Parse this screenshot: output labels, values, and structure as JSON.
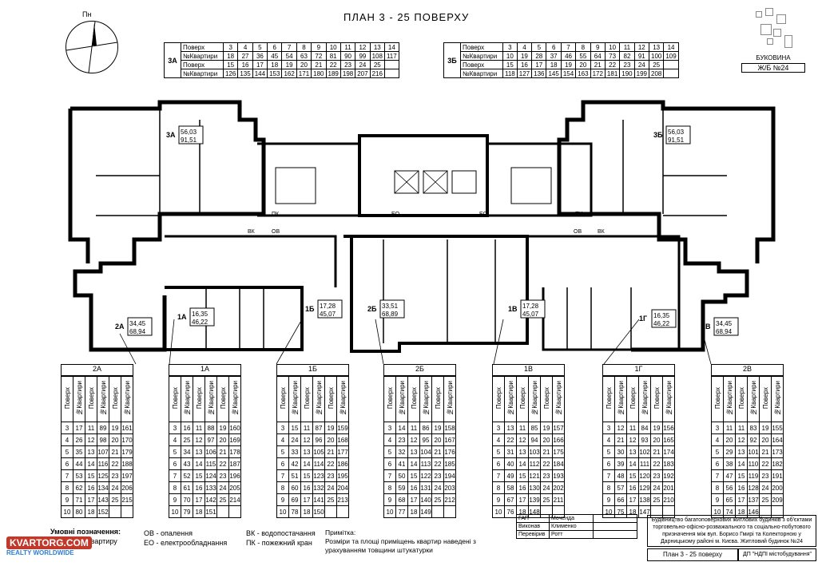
{
  "title": "ПЛАН 3 - 25 ПОВЕРХУ",
  "brand": {
    "name": "БУКОВИНА",
    "sub": "Ж/Б №24"
  },
  "compass_label": "Пн",
  "floor_tables": [
    {
      "group": "3А",
      "rows": [
        {
          "label": "Поверх",
          "cells": [
            "3",
            "4",
            "5",
            "6",
            "7",
            "8",
            "9",
            "10",
            "11",
            "12",
            "13",
            "14"
          ]
        },
        {
          "label": "№Квартири",
          "cells": [
            "18",
            "27",
            "36",
            "45",
            "54",
            "63",
            "72",
            "81",
            "90",
            "99",
            "108",
            "117"
          ]
        },
        {
          "label": "Поверх",
          "cells": [
            "15",
            "16",
            "17",
            "18",
            "19",
            "20",
            "21",
            "22",
            "23",
            "24",
            "25",
            ""
          ]
        },
        {
          "label": "№Квартири",
          "cells": [
            "126",
            "135",
            "144",
            "153",
            "162",
            "171",
            "180",
            "189",
            "198",
            "207",
            "216",
            ""
          ]
        }
      ]
    },
    {
      "group": "3Б",
      "rows": [
        {
          "label": "Поверх",
          "cells": [
            "3",
            "4",
            "5",
            "6",
            "7",
            "8",
            "9",
            "10",
            "11",
            "12",
            "13",
            "14"
          ]
        },
        {
          "label": "№Квартири",
          "cells": [
            "10",
            "19",
            "28",
            "37",
            "46",
            "55",
            "64",
            "73",
            "82",
            "91",
            "100",
            "109"
          ]
        },
        {
          "label": "Поверх",
          "cells": [
            "15",
            "16",
            "17",
            "18",
            "19",
            "20",
            "21",
            "22",
            "23",
            "24",
            "25",
            ""
          ]
        },
        {
          "label": "№Квартири",
          "cells": [
            "118",
            "127",
            "136",
            "145",
            "154",
            "163",
            "172",
            "181",
            "190",
            "199",
            "208",
            ""
          ]
        }
      ]
    }
  ],
  "apartments": [
    {
      "id": "3А",
      "area": "56,03",
      "total": "91,51"
    },
    {
      "id": "3Б",
      "area": "56,03",
      "total": "91,51"
    },
    {
      "id": "2А",
      "area": "34,45",
      "total": "68,94"
    },
    {
      "id": "1А",
      "area": "16,35",
      "total": "46,22"
    },
    {
      "id": "1Б",
      "area": "17,28",
      "total": "45,07"
    },
    {
      "id": "2Б",
      "area": "33,51",
      "total": "68,89"
    },
    {
      "id": "1В",
      "area": "17,28",
      "total": "45,07"
    },
    {
      "id": "1Г",
      "area": "16,35",
      "total": "46,22"
    },
    {
      "id": "2В",
      "area": "34,45",
      "total": "68,94"
    }
  ],
  "plan_labels": [
    "ОВ",
    "ВК",
    "ПК",
    "ЕО",
    "ОВ",
    "ВК",
    "ПК",
    "ЕО"
  ],
  "apt_tables_header": [
    "Поверх",
    "№Квартири",
    "Поверх",
    "№Квартири"
  ],
  "apt_tables": [
    {
      "name": "2А",
      "rows": [
        [
          "3",
          "17",
          "11",
          "89"
        ],
        [
          "4",
          "26",
          "12",
          "98"
        ],
        [
          "5",
          "35",
          "13",
          "107"
        ],
        [
          "6",
          "44",
          "14",
          "116"
        ],
        [
          "7",
          "53",
          "15",
          "125"
        ],
        [
          "8",
          "62",
          "16",
          "134"
        ],
        [
          "9",
          "71",
          "17",
          "143"
        ],
        [
          "10",
          "80",
          "18",
          "152"
        ]
      ],
      "extra": [
        [
          "19",
          "161"
        ],
        [
          "20",
          "170"
        ],
        [
          "21",
          "179"
        ],
        [
          "22",
          "188"
        ],
        [
          "23",
          "197"
        ],
        [
          "24",
          "206"
        ],
        [
          "25",
          "215"
        ],
        [
          "",
          ""
        ]
      ]
    },
    {
      "name": "1А",
      "rows": [
        [
          "3",
          "16",
          "11",
          "88"
        ],
        [
          "4",
          "25",
          "12",
          "97"
        ],
        [
          "5",
          "34",
          "13",
          "106"
        ],
        [
          "6",
          "43",
          "14",
          "115"
        ],
        [
          "7",
          "52",
          "15",
          "124"
        ],
        [
          "8",
          "61",
          "16",
          "133"
        ],
        [
          "9",
          "70",
          "17",
          "142"
        ],
        [
          "10",
          "79",
          "18",
          "151"
        ]
      ],
      "extra": [
        [
          "19",
          "160"
        ],
        [
          "20",
          "169"
        ],
        [
          "21",
          "178"
        ],
        [
          "22",
          "187"
        ],
        [
          "23",
          "196"
        ],
        [
          "24",
          "205"
        ],
        [
          "25",
          "214"
        ],
        [
          "",
          ""
        ]
      ]
    },
    {
      "name": "1Б",
      "rows": [
        [
          "3",
          "15",
          "11",
          "87"
        ],
        [
          "4",
          "24",
          "12",
          "96"
        ],
        [
          "5",
          "33",
          "13",
          "105"
        ],
        [
          "6",
          "42",
          "14",
          "114"
        ],
        [
          "7",
          "51",
          "15",
          "123"
        ],
        [
          "8",
          "60",
          "16",
          "132"
        ],
        [
          "9",
          "69",
          "17",
          "141"
        ],
        [
          "10",
          "78",
          "18",
          "150"
        ]
      ],
      "extra": [
        [
          "19",
          "159"
        ],
        [
          "20",
          "168"
        ],
        [
          "21",
          "177"
        ],
        [
          "22",
          "186"
        ],
        [
          "23",
          "195"
        ],
        [
          "24",
          "204"
        ],
        [
          "25",
          "213"
        ],
        [
          "",
          ""
        ]
      ]
    },
    {
      "name": "2Б",
      "rows": [
        [
          "3",
          "14",
          "11",
          "86"
        ],
        [
          "4",
          "23",
          "12",
          "95"
        ],
        [
          "5",
          "32",
          "13",
          "104"
        ],
        [
          "6",
          "41",
          "14",
          "113"
        ],
        [
          "7",
          "50",
          "15",
          "122"
        ],
        [
          "8",
          "59",
          "16",
          "131"
        ],
        [
          "9",
          "68",
          "17",
          "140"
        ],
        [
          "10",
          "77",
          "18",
          "149"
        ]
      ],
      "extra": [
        [
          "19",
          "158"
        ],
        [
          "20",
          "167"
        ],
        [
          "21",
          "176"
        ],
        [
          "22",
          "185"
        ],
        [
          "23",
          "194"
        ],
        [
          "24",
          "203"
        ],
        [
          "25",
          "212"
        ],
        [
          "",
          ""
        ]
      ]
    },
    {
      "name": "1В",
      "rows": [
        [
          "3",
          "13",
          "11",
          "85"
        ],
        [
          "4",
          "22",
          "12",
          "94"
        ],
        [
          "5",
          "31",
          "13",
          "103"
        ],
        [
          "6",
          "40",
          "14",
          "112"
        ],
        [
          "7",
          "49",
          "15",
          "121"
        ],
        [
          "8",
          "58",
          "16",
          "130"
        ],
        [
          "9",
          "67",
          "17",
          "139"
        ],
        [
          "10",
          "76",
          "18",
          "148"
        ]
      ],
      "extra": [
        [
          "19",
          "157"
        ],
        [
          "20",
          "166"
        ],
        [
          "21",
          "175"
        ],
        [
          "22",
          "184"
        ],
        [
          "23",
          "193"
        ],
        [
          "24",
          "202"
        ],
        [
          "25",
          "211"
        ],
        [
          "",
          ""
        ]
      ]
    },
    {
      "name": "1Г",
      "rows": [
        [
          "3",
          "12",
          "11",
          "84"
        ],
        [
          "4",
          "21",
          "12",
          "93"
        ],
        [
          "5",
          "30",
          "13",
          "102"
        ],
        [
          "6",
          "39",
          "14",
          "111"
        ],
        [
          "7",
          "48",
          "15",
          "120"
        ],
        [
          "8",
          "57",
          "16",
          "129"
        ],
        [
          "9",
          "66",
          "17",
          "138"
        ],
        [
          "10",
          "75",
          "18",
          "147"
        ]
      ],
      "extra": [
        [
          "19",
          "156"
        ],
        [
          "20",
          "165"
        ],
        [
          "21",
          "174"
        ],
        [
          "22",
          "183"
        ],
        [
          "23",
          "192"
        ],
        [
          "24",
          "201"
        ],
        [
          "25",
          "210"
        ],
        [
          "",
          ""
        ]
      ]
    },
    {
      "name": "2В",
      "rows": [
        [
          "3",
          "11",
          "11",
          "83"
        ],
        [
          "4",
          "20",
          "12",
          "92"
        ],
        [
          "5",
          "29",
          "13",
          "101"
        ],
        [
          "6",
          "38",
          "14",
          "110"
        ],
        [
          "7",
          "47",
          "15",
          "119"
        ],
        [
          "8",
          "56",
          "16",
          "128"
        ],
        [
          "9",
          "65",
          "17",
          "137"
        ],
        [
          "10",
          "74",
          "18",
          "146"
        ]
      ],
      "extra": [
        [
          "19",
          "155"
        ],
        [
          "20",
          "164"
        ],
        [
          "21",
          "173"
        ],
        [
          "22",
          "182"
        ],
        [
          "23",
          "191"
        ],
        [
          "24",
          "200"
        ],
        [
          "25",
          "209"
        ],
        [
          "",
          ""
        ]
      ]
    }
  ],
  "legend": {
    "title": "Умовні позначення:",
    "items": [
      "ОВ - опалення",
      "ЕО - електрообладнання",
      "ВК - водопостачання",
      "ПК - пожежний кран"
    ],
    "fire_text": "- вхід в квартиру"
  },
  "note": {
    "title": "Примітка:",
    "text": "Розміри та площі приміщень квартир наведені з урахуванням товщини штукатурки"
  },
  "stamp": [
    {
      "role": "ГАП",
      "name": "Моченда"
    },
    {
      "role": "Виконав",
      "name": "Клименко"
    },
    {
      "role": "Перевірив",
      "name": "Ротт"
    }
  ],
  "description": "Будівництво багатоповерхових житлових будинків з об'єктами торговельно-офісно-розважального та соціально-побутового призначення між вул. Борисо Гмирі та Колекторною у Дарницькому районі м. Києва. Житловий будинок №24",
  "sheet_name": "План 3 - 25 поверху",
  "organization": "ДП \"НДПІ містобудування\"",
  "watermark": {
    "main": "KVARTORG.COM",
    "sub": "REALTY WORLDWIDE"
  }
}
